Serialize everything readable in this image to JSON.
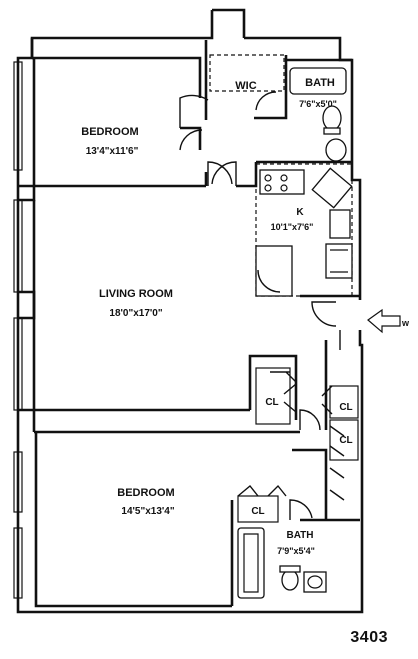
{
  "plan_id": "3403",
  "rooms": {
    "bedroom1": {
      "name": "BEDROOM",
      "dims": "13'4\"x11'6\""
    },
    "wic": {
      "name": "WIC"
    },
    "bath1": {
      "name": "BATH",
      "dims": "7'6\"x5'0\""
    },
    "kitchen": {
      "name": "K",
      "dims": "10'1\"x7'6\""
    },
    "living": {
      "name": "LIVING ROOM",
      "dims": "18'0\"x17'0\""
    },
    "closet1": {
      "name": "CL"
    },
    "closet2": {
      "name": "CL"
    },
    "closet3": {
      "name": "CL"
    },
    "closet4": {
      "name": "CL"
    },
    "bedroom2": {
      "name": "BEDROOM",
      "dims": "14'5\"x13'4\""
    },
    "bath2": {
      "name": "BATH",
      "dims": "7'9\"x5'4\""
    }
  },
  "entry_arrow_label": "w"
}
